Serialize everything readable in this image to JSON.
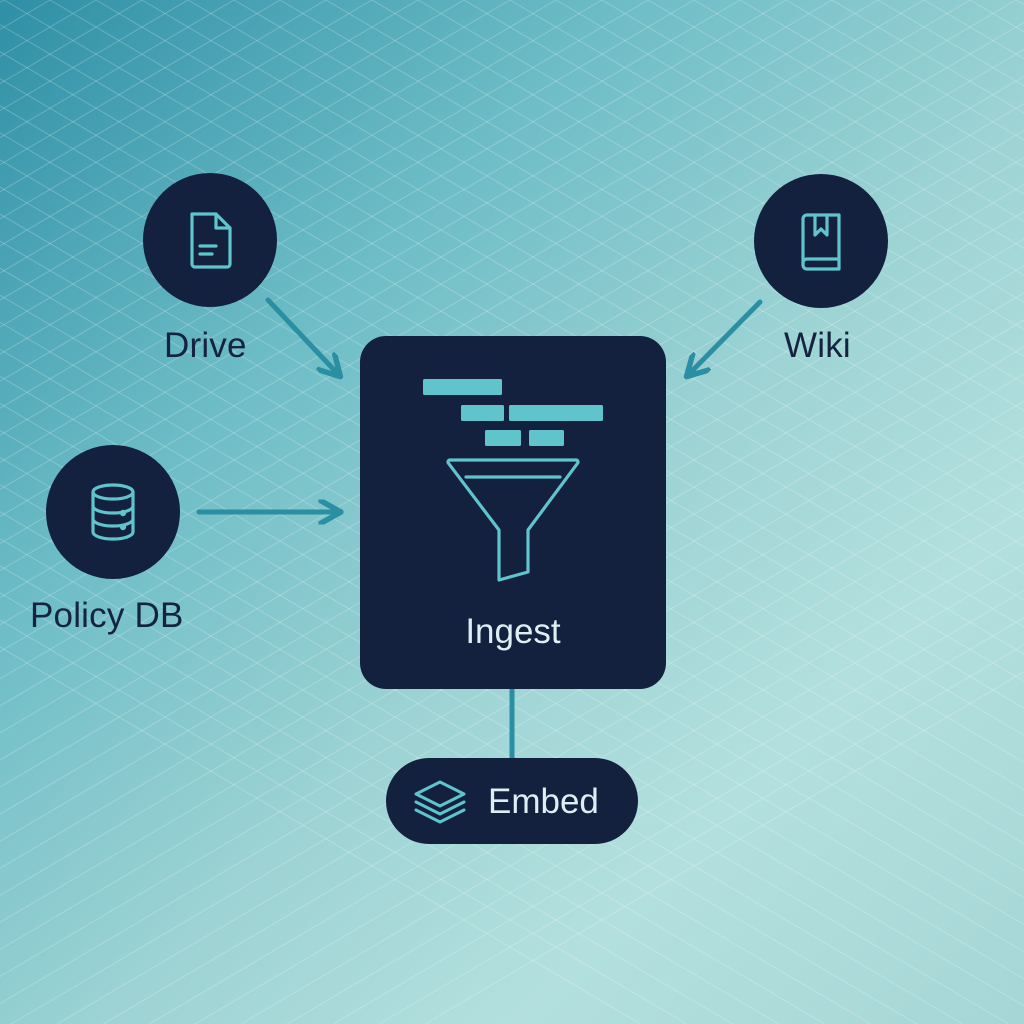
{
  "sources": [
    {
      "id": "drive",
      "label": "Drive",
      "icon": "document-icon"
    },
    {
      "id": "wiki",
      "label": "Wiki",
      "icon": "book-icon"
    },
    {
      "id": "policy-db",
      "label": "Policy DB",
      "icon": "database-icon"
    }
  ],
  "ingest": {
    "label": "Ingest",
    "icon": "funnel-icon"
  },
  "embed": {
    "label": "Embed",
    "icon": "layers-icon"
  },
  "colors": {
    "node_fill": "#13213f",
    "accent": "#5fc4cc",
    "arrow": "#2a8fa3",
    "label_text": "#142340",
    "node_text": "#dfeef2"
  }
}
